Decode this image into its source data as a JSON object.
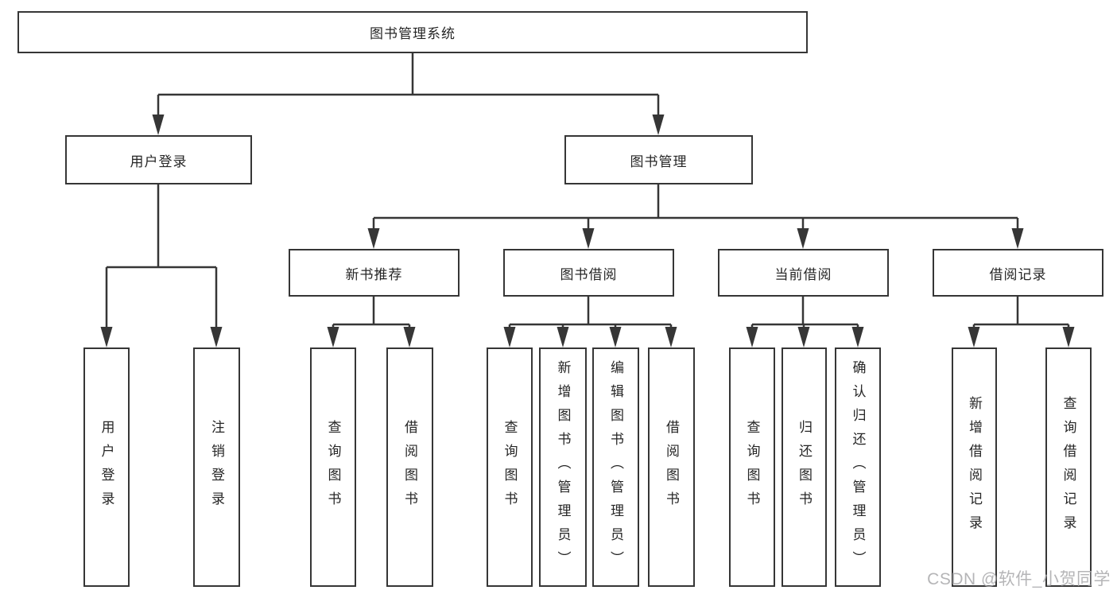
{
  "diagram_title": "图书管理系统",
  "nodes": {
    "root": "图书管理系统",
    "user_login": "用户登录",
    "book_mgmt": "图书管理",
    "new_book_rec": "新书推荐",
    "book_borrow": "图书借阅",
    "current_borrow": "当前借阅",
    "borrow_record": "借阅记录",
    "leaf_user_login": "用户登录",
    "leaf_logout": "注销登录",
    "leaf_query_book_1": "查询图书",
    "leaf_borrow_book_1": "借阅图书",
    "leaf_query_book_2": "查询图书",
    "leaf_add_book": "新增图书（管理员）",
    "leaf_edit_book": "编辑图书（管理员）",
    "leaf_borrow_book_2": "借阅图书",
    "leaf_query_book_3": "查询图书",
    "leaf_return_book": "归还图书",
    "leaf_confirm_return": "确认归还（管理员）",
    "leaf_add_record": "新增借阅记录",
    "leaf_query_record": "查询借阅记录"
  },
  "watermark": "CSDN @软件_小贺同学",
  "colors": {
    "line": "#363636",
    "text": "#262626",
    "box_background": "#ffffff",
    "watermark": "#a8a8aa"
  }
}
